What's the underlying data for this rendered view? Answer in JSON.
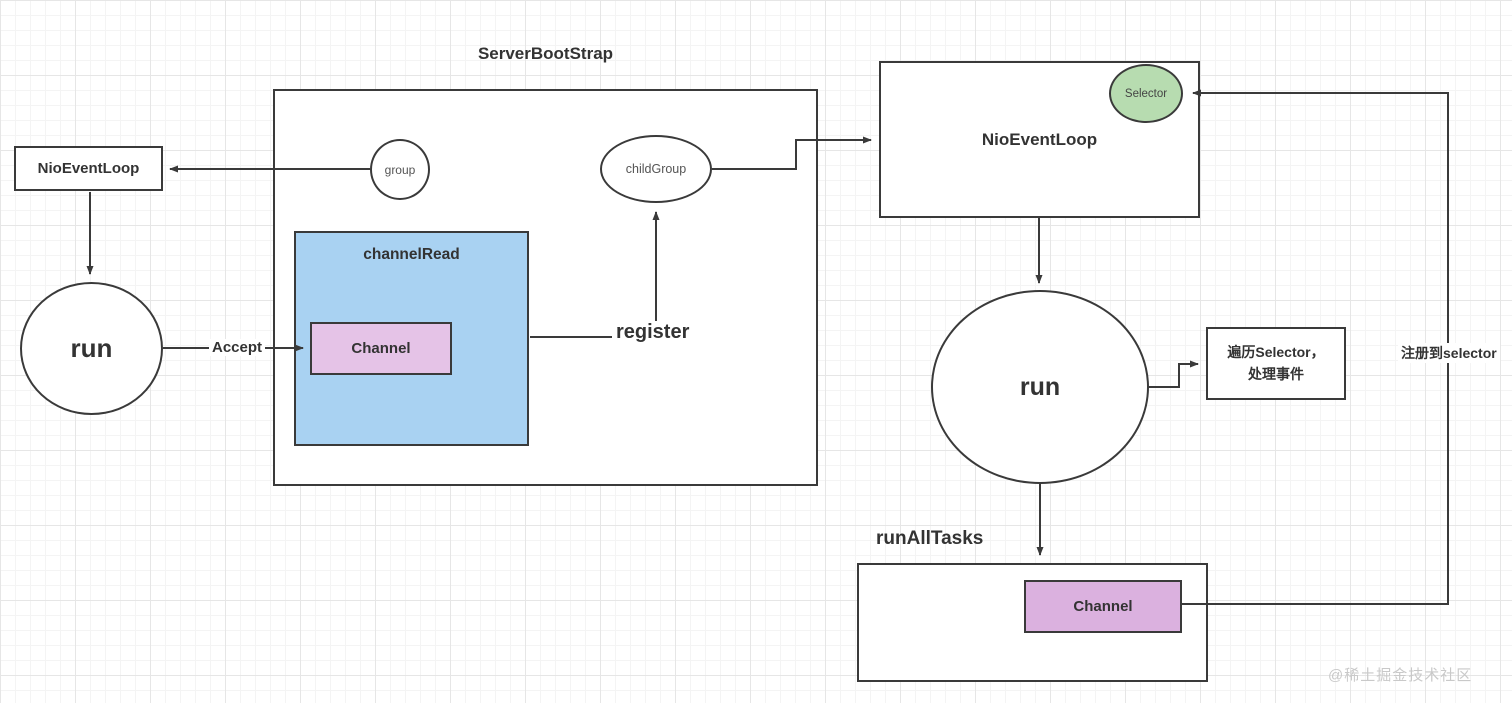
{
  "diagram": {
    "titles": {
      "server_bootstrap": "ServerBootStrap",
      "run_all_tasks": "runAllTasks",
      "channel_read": "channelRead"
    },
    "nodes": {
      "nio_event_loop_left": "NioEventLoop",
      "run_left": "run",
      "group": "group",
      "child_group": "childGroup",
      "channel_top": "Channel",
      "nio_event_loop_right": "NioEventLoop",
      "selector": "Selector",
      "run_right": "run",
      "traverse_selector_line1": "遍历Selector，",
      "traverse_selector_line2": "处理事件",
      "channel_bottom": "Channel"
    },
    "edge_labels": {
      "accept": "Accept",
      "register": "register",
      "register_to_selector": "注册到selector"
    },
    "watermark": "@稀土掘金技术社区",
    "colors": {
      "line": "#3a3a3a",
      "box_fill": "#ffffff",
      "channel_read_fill": "#a9d2f2",
      "channel_top_fill": "#e5c3e7",
      "channel_bottom_fill": "#dbb1df",
      "selector_fill": "#b7dcb0",
      "text": "#333333",
      "watermark_text": "#c9c9c9"
    }
  }
}
